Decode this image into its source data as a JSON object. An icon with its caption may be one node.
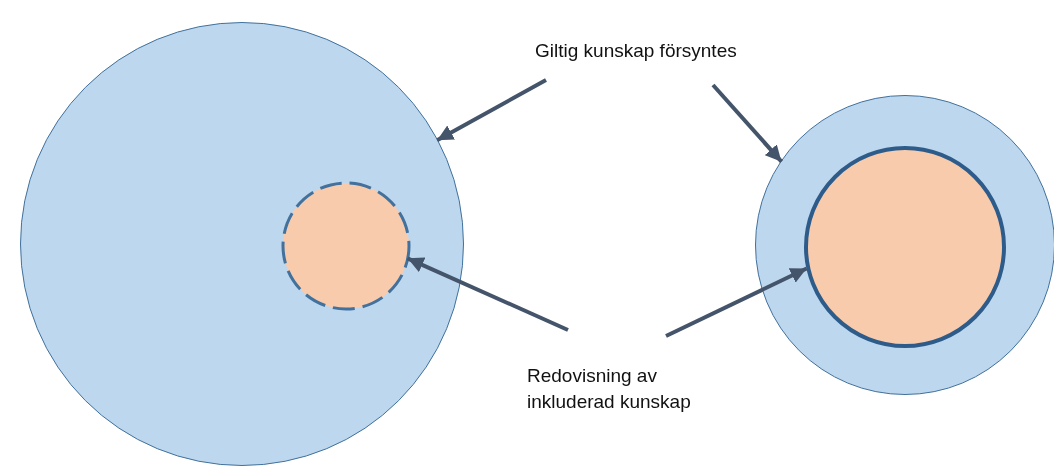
{
  "diagram": {
    "nodes": [
      {
        "text": [
          "Giltig kunskap försyntes"
        ]
      },
      {
        "text": [],
        "shape": "circle"
      },
      {
        "text": [],
        "shape": "circle",
        "in": 1
      },
      {
        "text": [],
        "shape": "circle"
      },
      {
        "text": [],
        "shape": "circle",
        "in": 3
      },
      {
        "text": [
          "Redovisning av inkluderad kunskap"
        ]
      }
    ],
    "edges": [
      {
        "from": 0,
        "to": 1,
        "arrow": "to"
      },
      {
        "from": 0,
        "to": 3,
        "arrow": "to"
      },
      {
        "from": 5,
        "to": 2,
        "arrow": "to"
      },
      {
        "from": 5,
        "to": 4,
        "arrow": "to"
      }
    ]
  }
}
